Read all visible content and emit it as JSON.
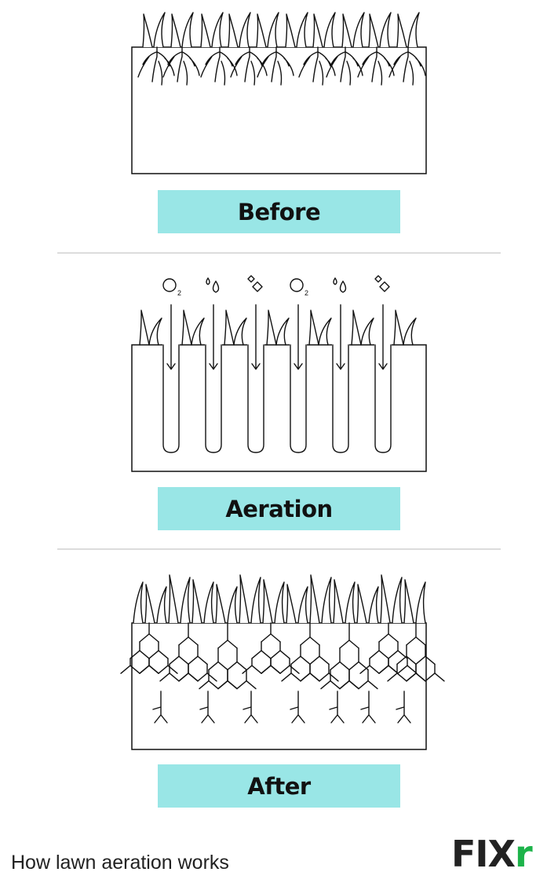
{
  "panels": [
    {
      "label": "Before"
    },
    {
      "label": "Aeration"
    },
    {
      "label": "After"
    }
  ],
  "elements": {
    "oxygen_symbol": "O",
    "oxygen_subscript": "2"
  },
  "caption": "How lawn aeration works",
  "brand": {
    "name_main": "FIX",
    "name_accent": "r",
    "accent_color": "#1db34a"
  },
  "colors": {
    "label_background": "#99e6e6",
    "line": "#111111",
    "divider": "#dcdcdc"
  }
}
